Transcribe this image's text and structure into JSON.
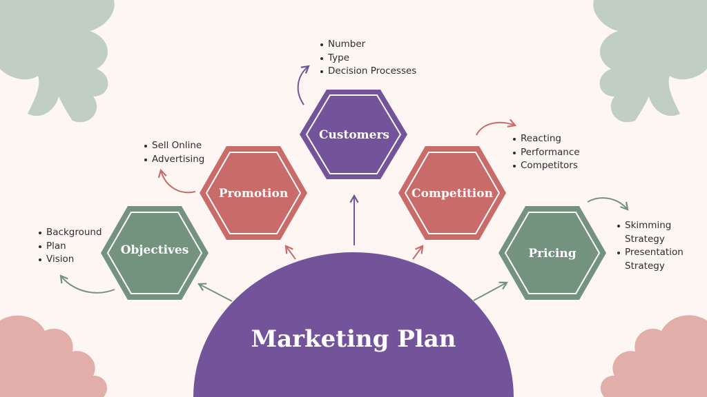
{
  "title": "Marketing Plan",
  "colors": {
    "background": "#fdf6f3",
    "purple": "#73539a",
    "coral": "#c96b69",
    "sage": "#74937e",
    "leaf_green": "#c1cec3",
    "leaf_pink": "#e1aeaa"
  },
  "nodes": [
    {
      "id": "customers",
      "label": "Customers",
      "color": "purple",
      "bullets": [
        "Number",
        "Type",
        "Decision Processes"
      ]
    },
    {
      "id": "promotion",
      "label": "Promotion",
      "color": "coral",
      "bullets": [
        "Sell Online",
        "Advertising"
      ]
    },
    {
      "id": "objectives",
      "label": "Objectives",
      "color": "sage",
      "bullets": [
        "Background",
        "Plan",
        "Vision"
      ]
    },
    {
      "id": "competition",
      "label": "Competition",
      "color": "coral",
      "bullets": [
        "Reacting",
        "Performance",
        "Competitors"
      ]
    },
    {
      "id": "pricing",
      "label": "Pricing",
      "color": "sage",
      "bullets": [
        "Skimming Strategy",
        "Presentation Strategy"
      ]
    }
  ]
}
